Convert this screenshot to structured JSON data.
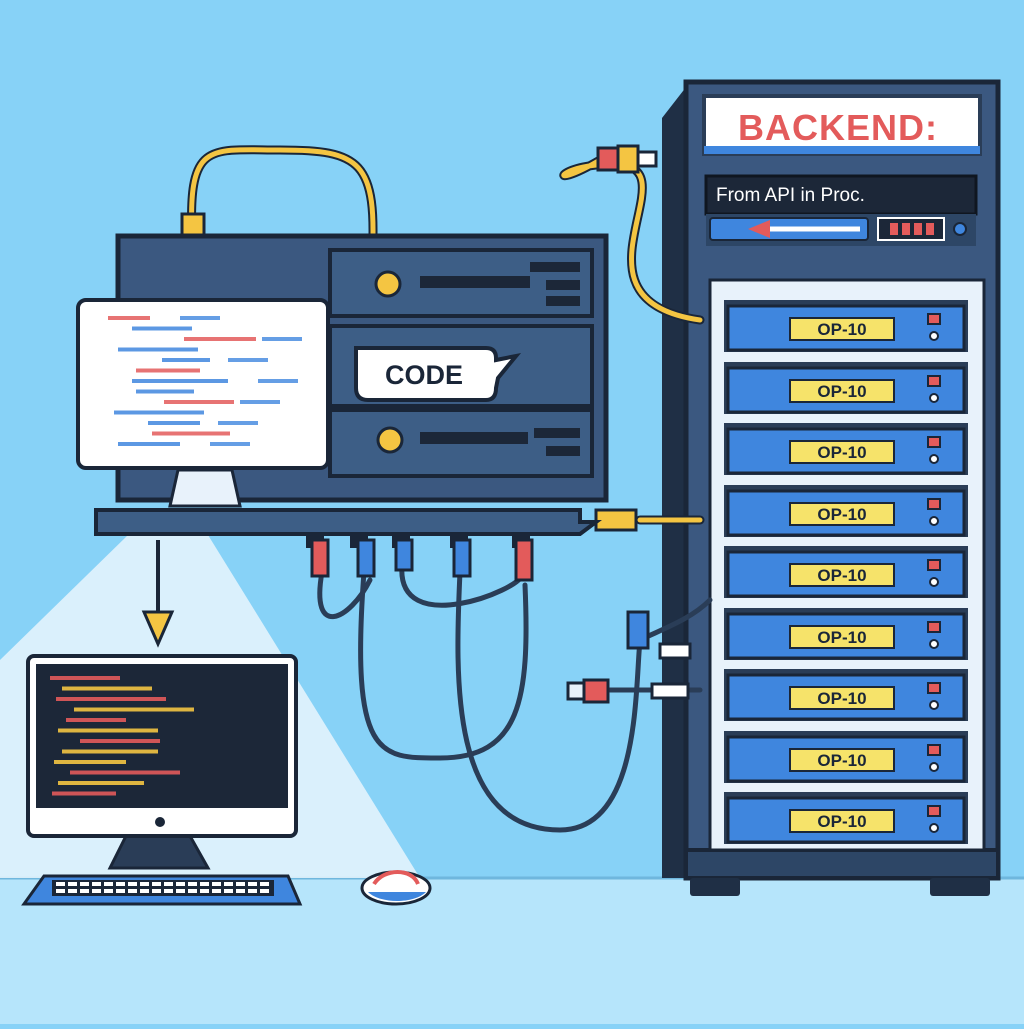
{
  "rack": {
    "title": "BACKEND:",
    "status_line": "From API in Proc.",
    "unit_labels": [
      "OP-10",
      "OP-10",
      "OP-10",
      "OP-10",
      "OP-10",
      "OP-10",
      "OP-10",
      "OP-10",
      "OP-10"
    ]
  },
  "server_box": {
    "callout": "CODE"
  },
  "colors": {
    "background": "#87d2f7",
    "chassis_dark": "#2a3d57",
    "chassis_blue": "#3d5e86",
    "unit_blue": "#3f86de",
    "label_yellow": "#f6e36a",
    "title_red": "#e35b5b",
    "cable_yellow": "#f4c542"
  },
  "icons": [
    "arrow-down-icon",
    "arrow-left-icon",
    "monitor-icon",
    "keyboard-icon",
    "mouse-icon",
    "cable-icon"
  ]
}
